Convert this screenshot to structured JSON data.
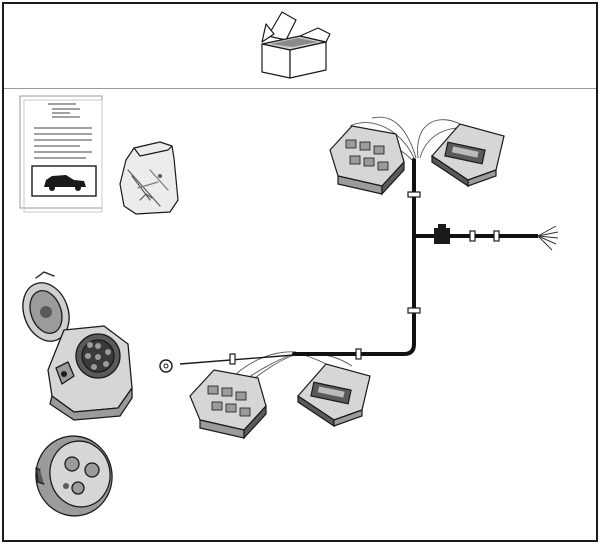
{
  "diagram": {
    "type": "parts-kit-illustration",
    "colors": {
      "line": "#1a1a1a",
      "cable": "#111111",
      "light_gray": "#d6d6d6",
      "mid_gray": "#9b9b9b",
      "dark_gray": "#5a5a5a"
    },
    "parts": [
      {
        "id": "box",
        "icon": "open-box-icon"
      },
      {
        "id": "manual",
        "icon": "instruction-manual-icon"
      },
      {
        "id": "bag",
        "icon": "hardware-bag-icon"
      },
      {
        "id": "socket",
        "icon": "tow-socket-icon"
      },
      {
        "id": "gasket",
        "icon": "socket-gasket-icon"
      },
      {
        "id": "harness",
        "icon": "wiring-harness-icon"
      }
    ]
  }
}
